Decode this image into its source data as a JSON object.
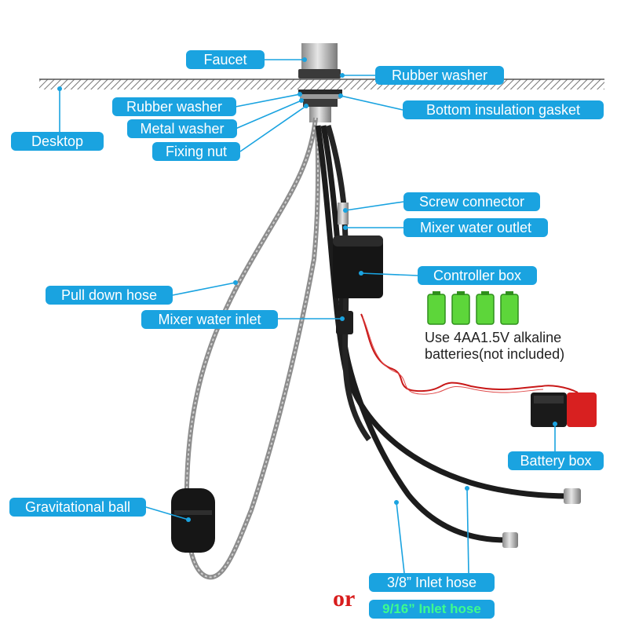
{
  "labels": {
    "faucet": "Faucet",
    "rubber_washer_top": "Rubber washer",
    "rubber_washer": "Rubber washer",
    "bottom_insulation_gasket": "Bottom insulation gasket",
    "metal_washer": "Metal washer",
    "desktop": "Desktop",
    "fixing_nut": "Fixing nut",
    "screw_connector": "Screw connector",
    "mixer_water_outlet": "Mixer water outlet",
    "controller_box": "Controller box",
    "pull_down_hose": "Pull down hose",
    "mixer_water_inlet": "Mixer water inlet",
    "battery_box": "Battery box",
    "gravitational_ball": "Gravitational ball",
    "inlet_hose_38": "3/8”   Inlet hose",
    "inlet_hose_916": "9/16” Inlet hose"
  },
  "battery_note": "Use 4AA1.5V alkaline batteries(not included)",
  "or_text": "or",
  "colors": {
    "label_bg": "#1aa3e0",
    "label_text": "#ffffff",
    "alt_text": "#3dfc8e",
    "or_text": "#d81c1c",
    "battery_green": "#5dd63a",
    "wire_red": "#c81818"
  }
}
